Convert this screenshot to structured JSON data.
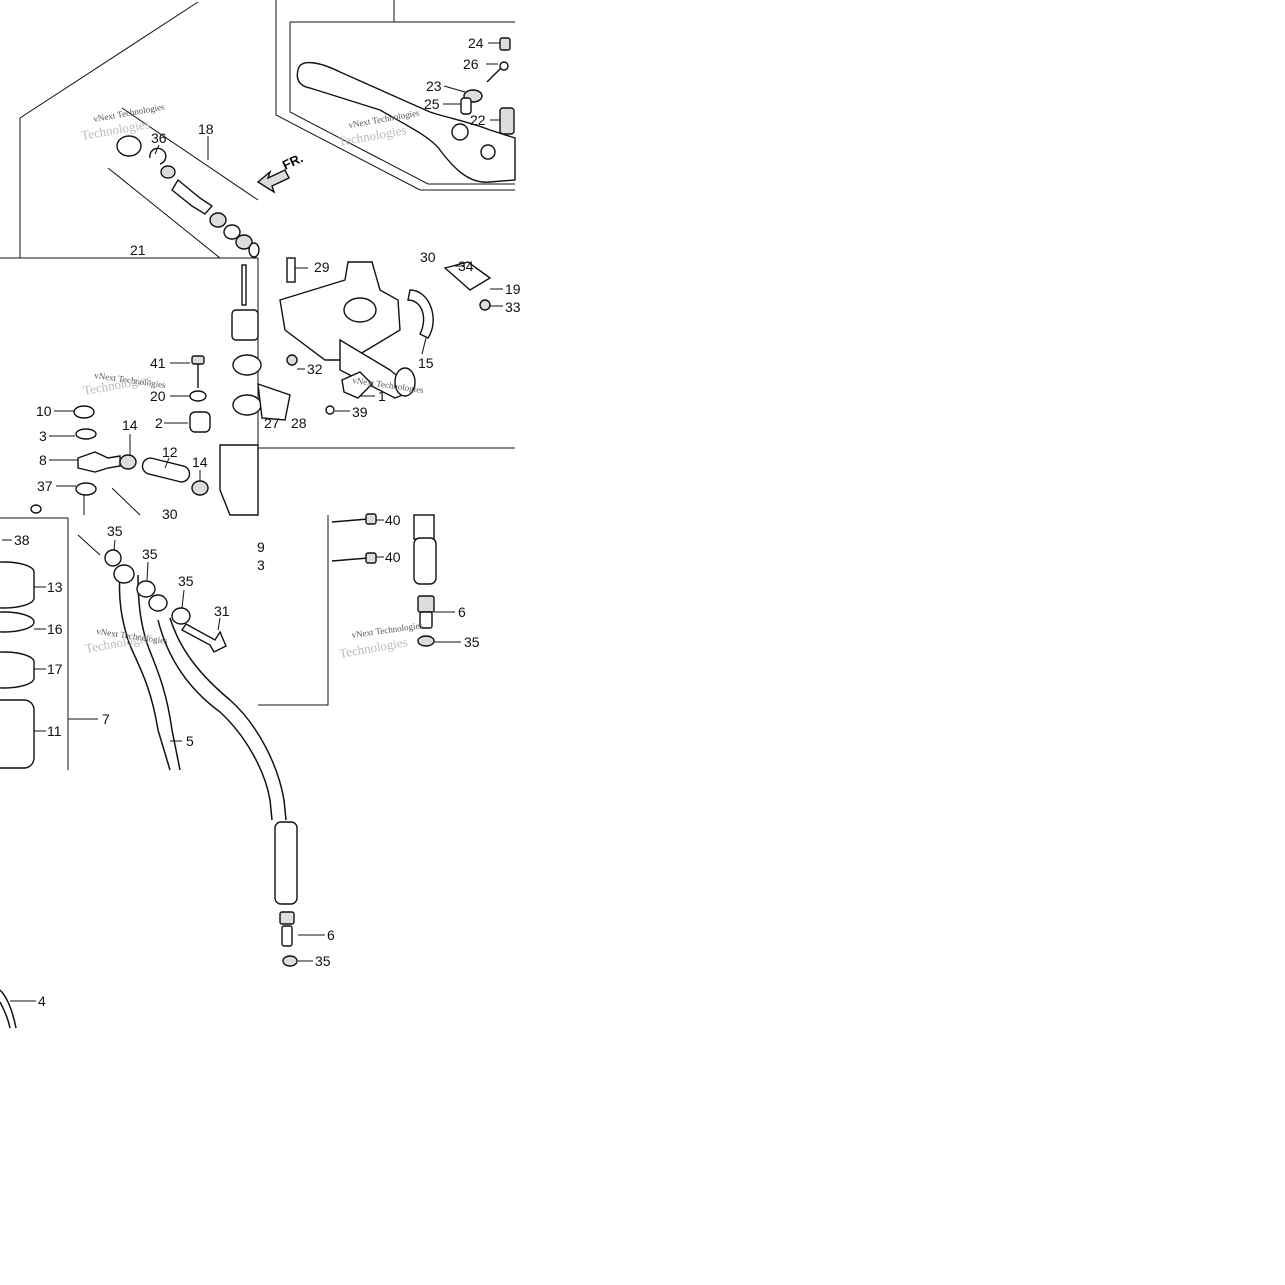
{
  "watermark": {
    "line1": "vNext Technologies",
    "line2": "Technologies"
  },
  "front_arrow_label": "FR.",
  "callouts": [
    {
      "id": "c24",
      "text": "24"
    },
    {
      "id": "c26",
      "text": "26"
    },
    {
      "id": "c23",
      "text": "23"
    },
    {
      "id": "c25",
      "text": "25"
    },
    {
      "id": "c22",
      "text": "22"
    },
    {
      "id": "c18",
      "text": "18"
    },
    {
      "id": "c36",
      "text": "36"
    },
    {
      "id": "c21",
      "text": "21"
    },
    {
      "id": "c29",
      "text": "29"
    },
    {
      "id": "c30a",
      "text": "30"
    },
    {
      "id": "c34",
      "text": "34"
    },
    {
      "id": "c19",
      "text": "19"
    },
    {
      "id": "c33",
      "text": "33"
    },
    {
      "id": "c15",
      "text": "15"
    },
    {
      "id": "c32",
      "text": "32"
    },
    {
      "id": "c1",
      "text": "1"
    },
    {
      "id": "c39",
      "text": "39"
    },
    {
      "id": "c27",
      "text": "27"
    },
    {
      "id": "c28",
      "text": "28"
    },
    {
      "id": "c41",
      "text": "41"
    },
    {
      "id": "c20",
      "text": "20"
    },
    {
      "id": "c2",
      "text": "2"
    },
    {
      "id": "c10",
      "text": "10"
    },
    {
      "id": "c3",
      "text": "3"
    },
    {
      "id": "c14a",
      "text": "14"
    },
    {
      "id": "c12",
      "text": "12"
    },
    {
      "id": "c14b",
      "text": "14"
    },
    {
      "id": "c8",
      "text": "8"
    },
    {
      "id": "c37",
      "text": "37"
    },
    {
      "id": "c30b",
      "text": "30"
    },
    {
      "id": "c38",
      "text": "38"
    },
    {
      "id": "c35a",
      "text": "35"
    },
    {
      "id": "c35b",
      "text": "35"
    },
    {
      "id": "c35c",
      "text": "35"
    },
    {
      "id": "c31",
      "text": "31"
    },
    {
      "id": "c9",
      "text": "9"
    },
    {
      "id": "c3b",
      "text": "3"
    },
    {
      "id": "c13",
      "text": "13"
    },
    {
      "id": "c16",
      "text": "16"
    },
    {
      "id": "c17",
      "text": "17"
    },
    {
      "id": "c11",
      "text": "11"
    },
    {
      "id": "c7",
      "text": "7"
    },
    {
      "id": "c5",
      "text": "5"
    },
    {
      "id": "c40a",
      "text": "40"
    },
    {
      "id": "c40b",
      "text": "40"
    },
    {
      "id": "c6a",
      "text": "6"
    },
    {
      "id": "c35d",
      "text": "35"
    },
    {
      "id": "c6b",
      "text": "6"
    },
    {
      "id": "c35e",
      "text": "35"
    },
    {
      "id": "c4",
      "text": "4"
    }
  ]
}
